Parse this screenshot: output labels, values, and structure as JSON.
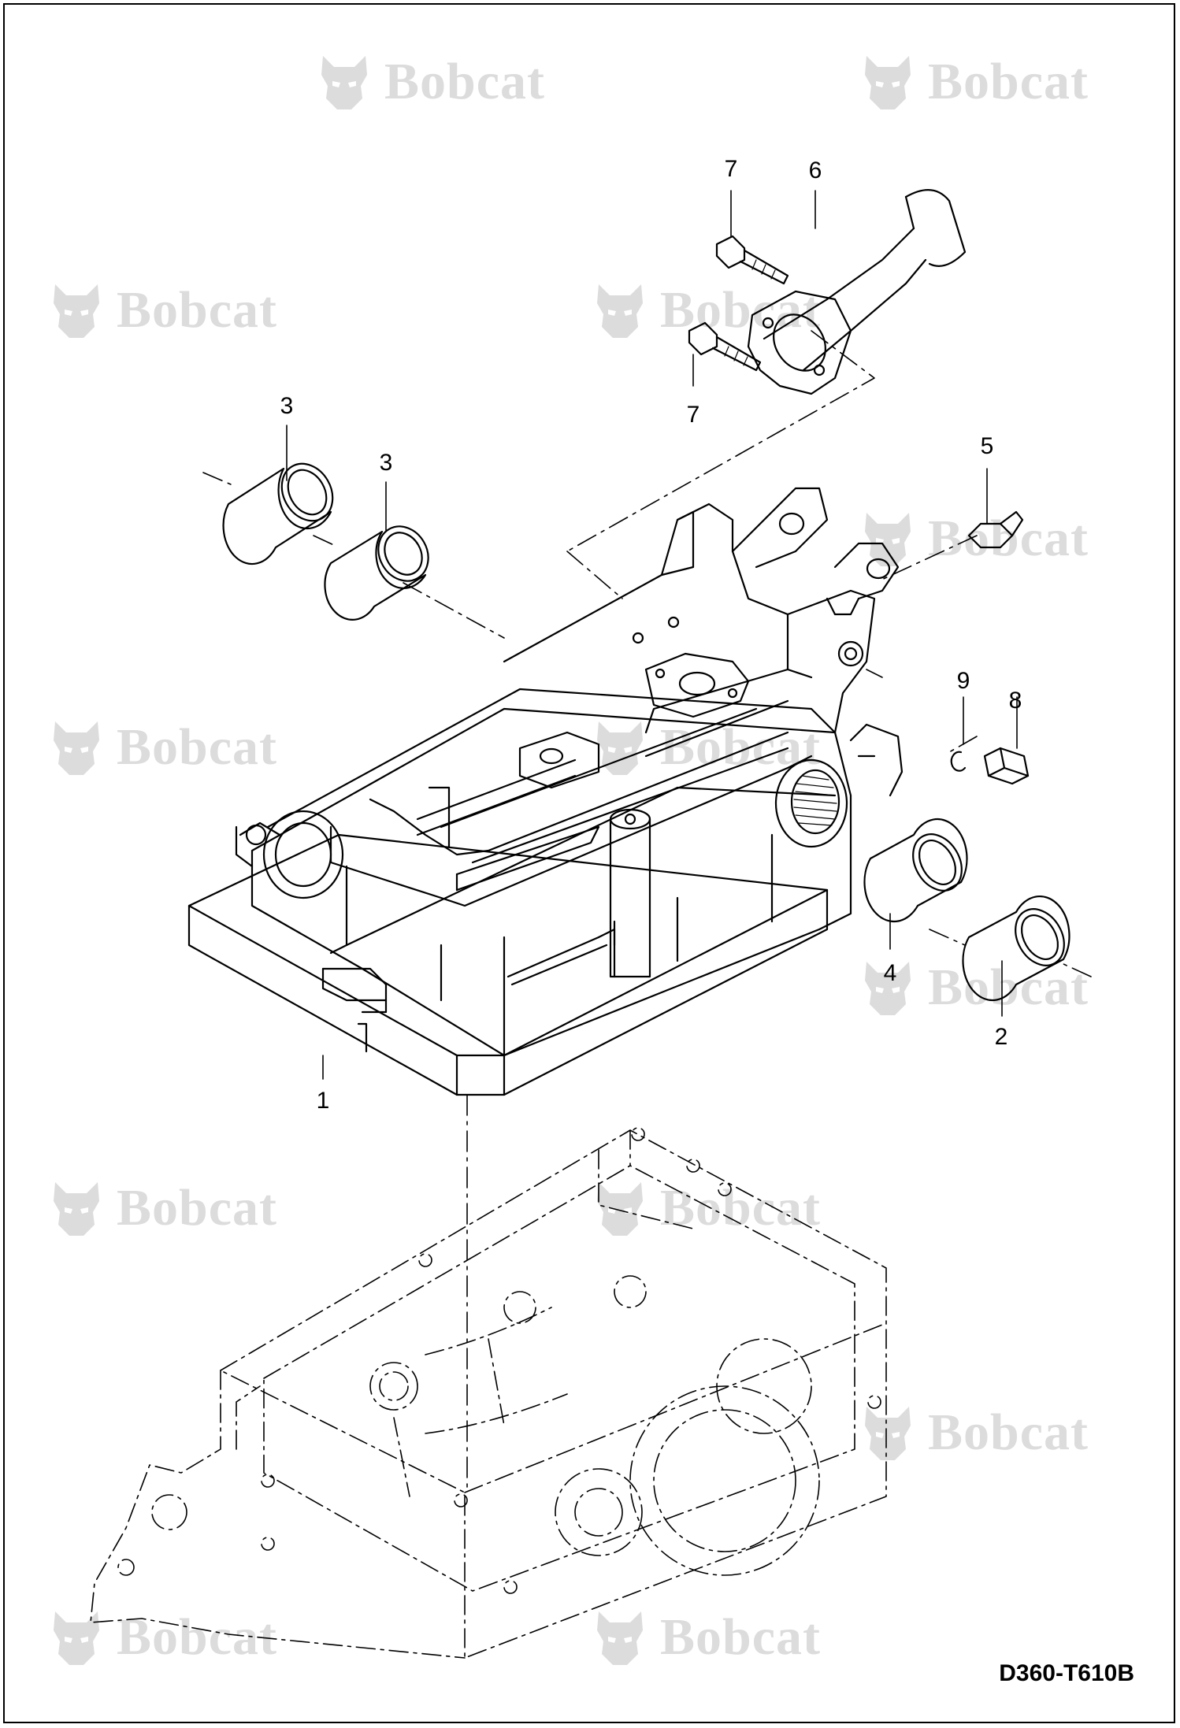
{
  "watermark": {
    "text": "Bobcat",
    "color": "#dcdcdc"
  },
  "callouts": [
    {
      "id": "1",
      "label": "1"
    },
    {
      "id": "2",
      "label": "2"
    },
    {
      "id": "3a",
      "label": "3"
    },
    {
      "id": "3b",
      "label": "3"
    },
    {
      "id": "4",
      "label": "4"
    },
    {
      "id": "5",
      "label": "5"
    },
    {
      "id": "6",
      "label": "6"
    },
    {
      "id": "7a",
      "label": "7"
    },
    {
      "id": "7b",
      "label": "7"
    },
    {
      "id": "8",
      "label": "8"
    },
    {
      "id": "9",
      "label": "9"
    }
  ],
  "drawing_id": "D360-T610B"
}
